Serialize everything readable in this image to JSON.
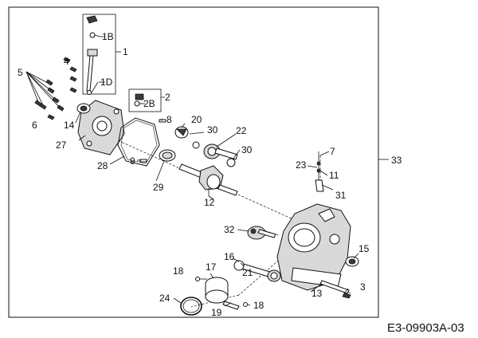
{
  "document_code": "E3-09903A-03",
  "callouts": {
    "p1": "1",
    "p1B": "1B",
    "p1D": "1D",
    "p2": "2",
    "p2B": "2B",
    "p3": "3",
    "p4": "4",
    "p5": "5",
    "p6": "6",
    "p7": "7",
    "p8": "8",
    "p9": "9",
    "p11": "11",
    "p12": "12",
    "p13": "13",
    "p14": "14",
    "p15": "15",
    "p16": "16",
    "p17": "17",
    "p18a": "18",
    "p18b": "18",
    "p19": "19",
    "p20": "20",
    "p21": "21",
    "p22": "22",
    "p23": "23",
    "p24": "24",
    "p27": "27",
    "p28": "28",
    "p29": "29",
    "p30a": "30",
    "p30b": "30",
    "p31": "31",
    "p32": "32",
    "p33": "33"
  }
}
